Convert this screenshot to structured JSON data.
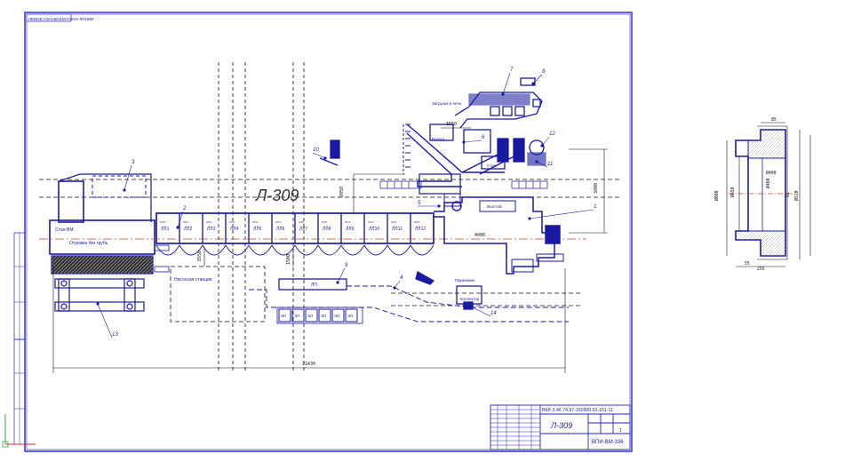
{
  "drawing": {
    "title": "Л-309",
    "corner_stamp": "ЛЕВОЕ УЗНАВАЕМ-ПЛАН ЛИНИИ",
    "colors": {
      "line": "#1a1aa0",
      "frame": "#2222cc",
      "dim": "#111111",
      "axis": "#d04020",
      "hatch": "#1a1aa0"
    }
  },
  "labels": {
    "furnace_label": "Стан-ВМ",
    "furnace_caption": "Отложка без грубь",
    "zone_prefix": "ПЛ",
    "zones": [
      "ЛЛ1",
      "ЛЛ2",
      "ЛЛ3",
      "ЛЛ4",
      "ЛЛ5",
      "ЛЛ6",
      "ЛЛ7",
      "ЛЛ8",
      "ЛЛ9",
      "ЛЛ10",
      "ЛЛ11",
      "ЛЛ12"
    ],
    "pump_station": "Насосная станция",
    "vystoy": "Выстой",
    "mill": "Стан",
    "upper_label": "Загрузка в печь",
    "upper_box": "Выход",
    "right_box": "Приемник",
    "collector": "Коллектор",
    "small_row": [
      "ЭЛ",
      "ЭЛ",
      "ЭЛ",
      "ЭЛ",
      "ЭЛ",
      "ЭЛ"
    ],
    "strip": "ЛП",
    "mark_1": "1",
    "mark_2": "2",
    "mark_3": "3",
    "mark_4": "4",
    "mark_5": "5",
    "mark_6": "6",
    "mark_7": "7",
    "mark_8": "8",
    "mark_9": "9",
    "mark_10": "10",
    "mark_11": "11",
    "mark_12": "12",
    "mark_13": "13",
    "mark_14": "14",
    "dim_total": "21430",
    "dim_left": "8550",
    "dim_mid": "2050",
    "dim_height": "3800",
    "dim_upper": "1550",
    "dim_v1": "4000",
    "dim_v2": "1500"
  },
  "detail": {
    "dims": [
      "Ø800",
      "Ø650",
      "Ø460",
      "Ø400",
      "Ø520",
      "85",
      "55",
      "65",
      "255"
    ]
  },
  "title_block": {
    "doc_code": "ВКР-3.46.74.97-150900.62-151-11",
    "name": "Л-309",
    "sheet": "1",
    "org": "ВПИ-ВМ-336"
  }
}
